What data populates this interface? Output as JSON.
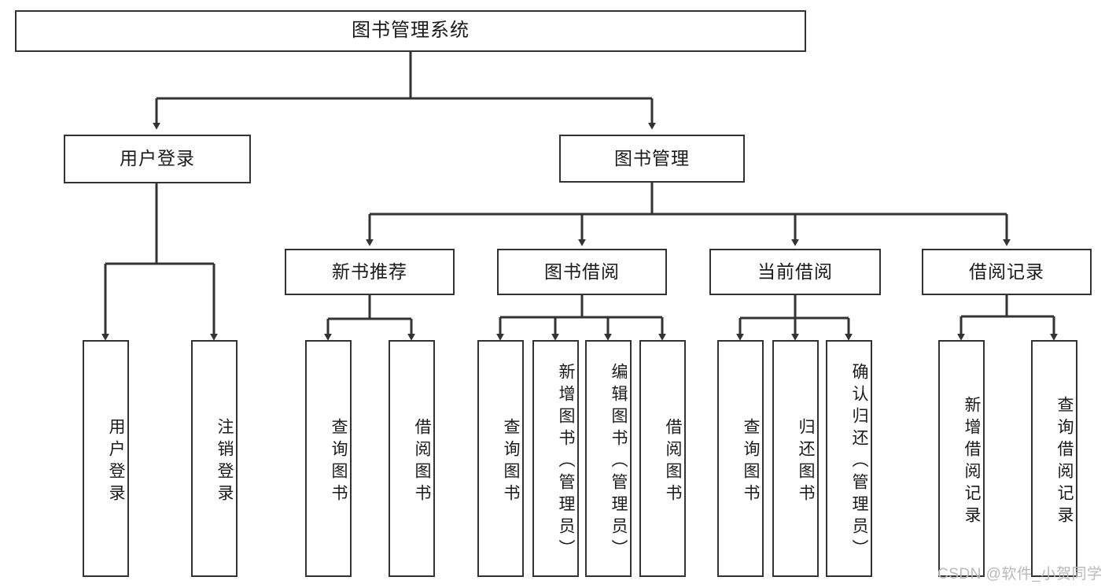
{
  "diagram": {
    "title": "图书管理系统",
    "type": "tree-hierarchy",
    "watermark": "CSDN @软件_小贺同学",
    "colors": {
      "box_border": "#333333",
      "box_fill": "#ffffff",
      "edge": "#333333",
      "text": "#1a1a1a",
      "watermark": "#b9b9b9",
      "background": "#ffffff"
    },
    "nodes": {
      "root": {
        "label": "图书管理系统"
      },
      "level2": [
        {
          "id": "user-login",
          "label": "用户登录"
        },
        {
          "id": "book-management",
          "label": "图书管理"
        }
      ],
      "level3": [
        {
          "id": "new-book-recommend",
          "label": "新书推荐"
        },
        {
          "id": "book-borrow",
          "label": "图书借阅"
        },
        {
          "id": "current-borrow",
          "label": "当前借阅"
        },
        {
          "id": "borrow-record",
          "label": "借阅记录"
        }
      ],
      "leaves": {
        "user_login": [
          {
            "id": "leaf-user-login",
            "label": "用户登录"
          },
          {
            "id": "leaf-user-logout",
            "label": "注销登录"
          }
        ],
        "new_book_recommend": [
          {
            "id": "leaf-query-book-1",
            "label": "查询图书"
          },
          {
            "id": "leaf-borrow-book-1",
            "label": "借阅图书"
          }
        ],
        "book_borrow": [
          {
            "id": "leaf-query-book-2",
            "label": "查询图书"
          },
          {
            "id": "leaf-add-book",
            "label": "新增图书（管理员）"
          },
          {
            "id": "leaf-edit-book",
            "label": "编辑图书（管理员）"
          },
          {
            "id": "leaf-borrow-book-2",
            "label": "借阅图书"
          }
        ],
        "current_borrow": [
          {
            "id": "leaf-query-book-3",
            "label": "查询图书"
          },
          {
            "id": "leaf-return-book",
            "label": "归还图书"
          },
          {
            "id": "leaf-confirm-return",
            "label": "确认归还（管理员）"
          }
        ],
        "borrow_record": [
          {
            "id": "leaf-add-record",
            "label": "新增借阅记录"
          },
          {
            "id": "leaf-query-record",
            "label": "查询借阅记录"
          }
        ]
      }
    }
  }
}
